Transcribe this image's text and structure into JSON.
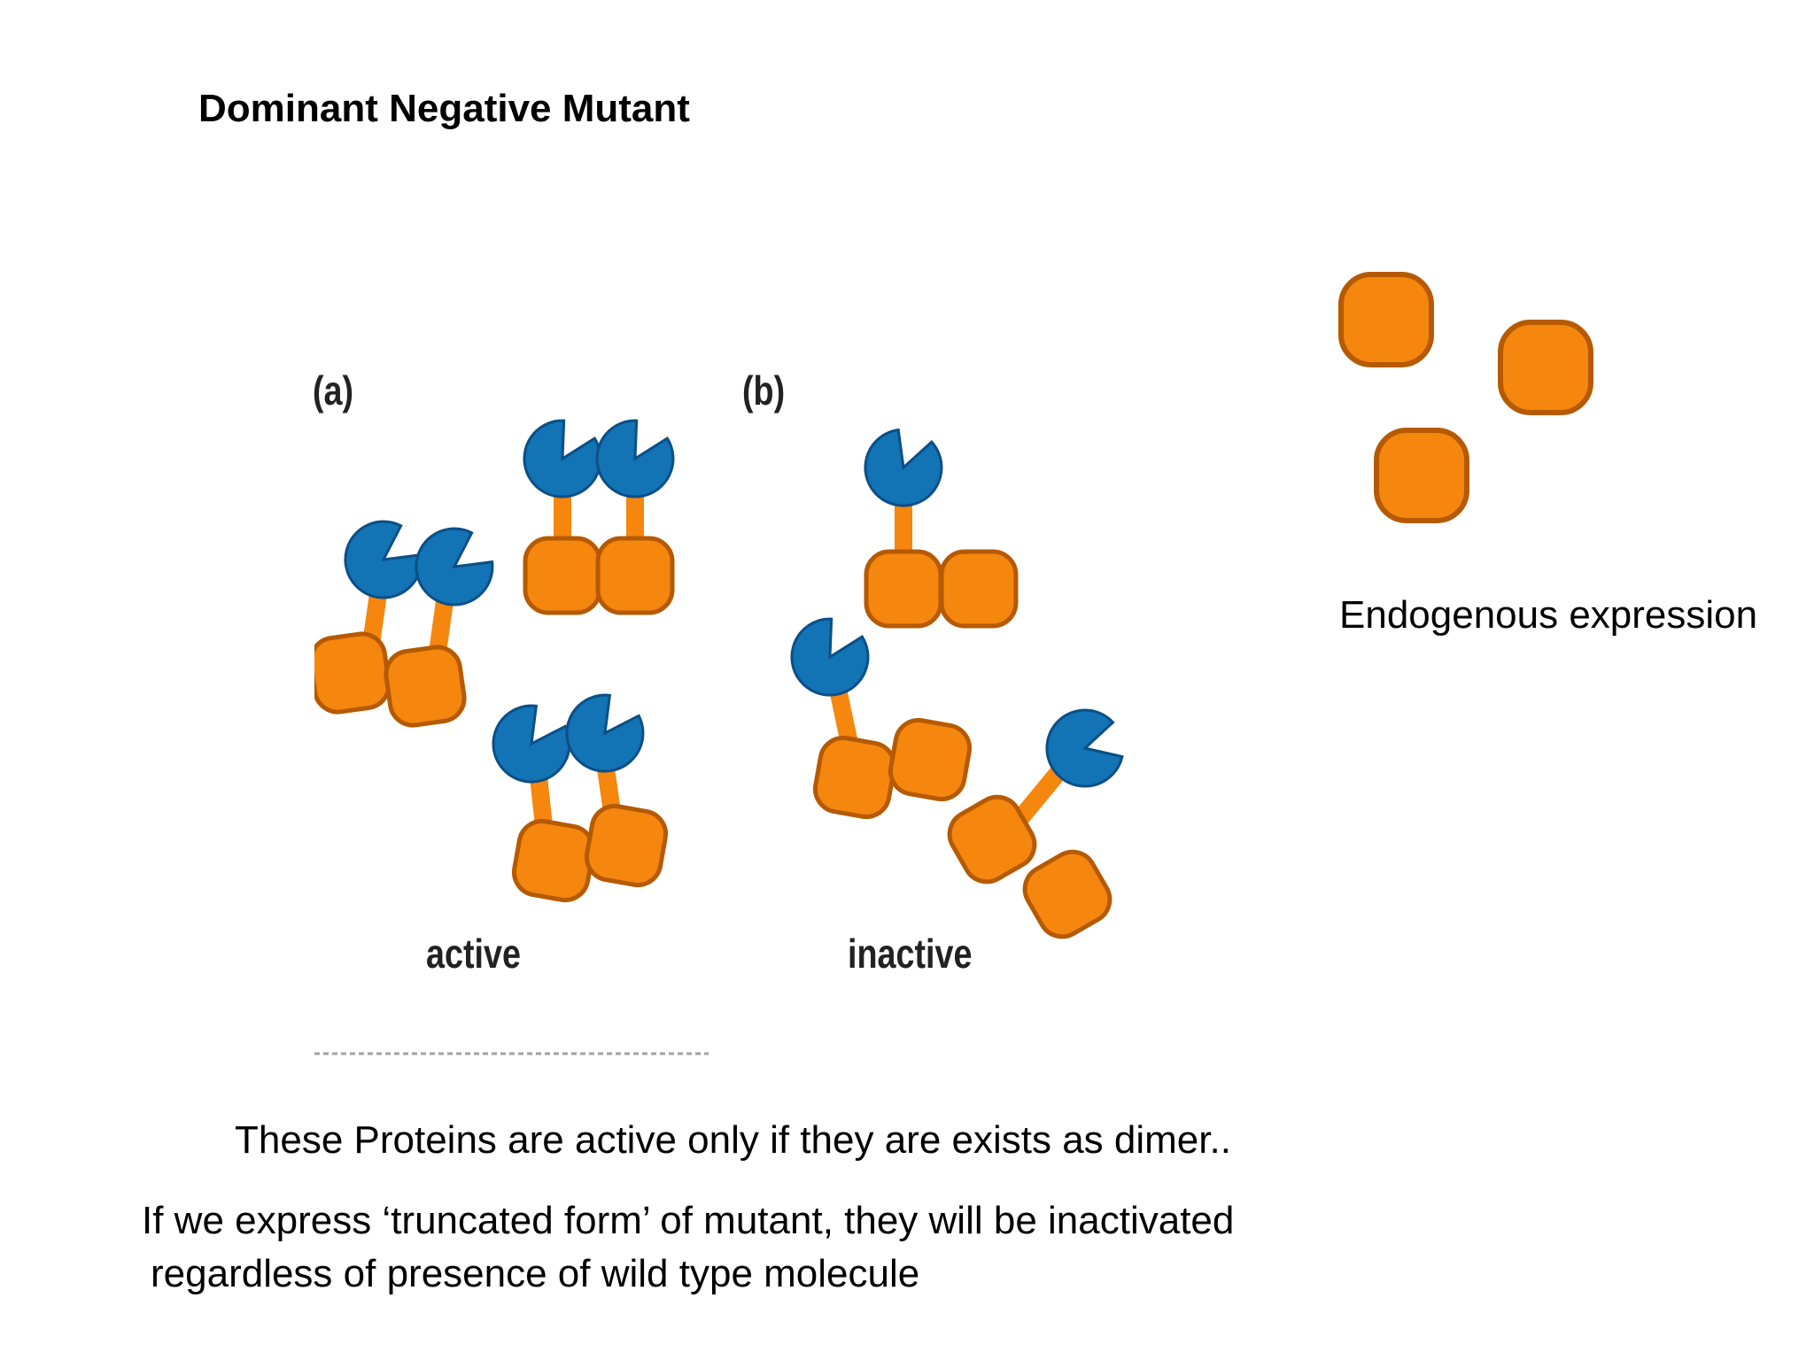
{
  "slide": {
    "title": "Dominant Negative Mutant"
  },
  "figure": {
    "panel_a_label": "(a)",
    "panel_b_label": "(b)",
    "active_label": "active",
    "inactive_label": "inactive"
  },
  "endogenous": {
    "label": "Endogenous expression"
  },
  "captions": {
    "line1": "These Proteins are active only if they are exists as dimer..",
    "line2": "If we express ‘truncated form’ of mutant, they will be inactivated",
    "line3": "regardless of presence of wild type molecule"
  },
  "colors": {
    "orange": "#F5860E",
    "orange_dark": "#B55A00",
    "blue": "#1273B5",
    "blue_dark": "#0B4F86"
  }
}
